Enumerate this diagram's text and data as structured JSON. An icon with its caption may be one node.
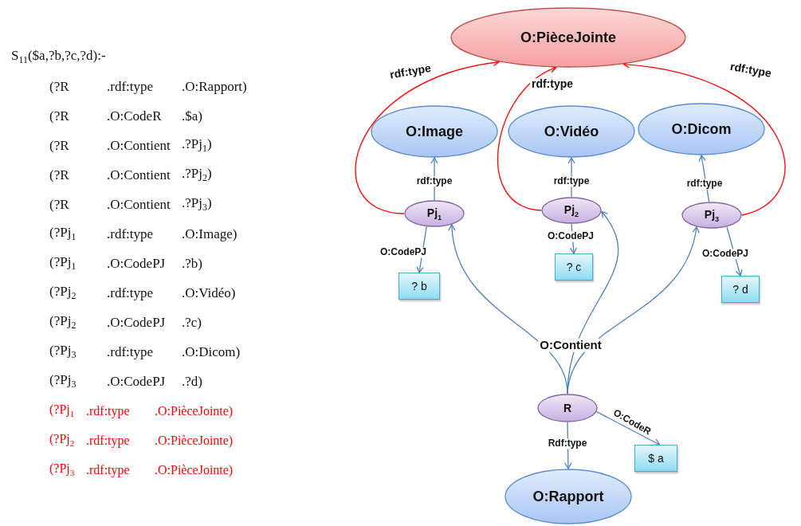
{
  "diagram": {
    "nodes": [
      {
        "text": [
          "O:PièceJointe"
        ]
      },
      {
        "text": [
          "O:Image"
        ]
      },
      {
        "text": [
          "O:Vidéo"
        ]
      },
      {
        "text": [
          "O:Dicom"
        ]
      },
      {
        "text": [
          "Pj$_{1}$"
        ]
      },
      {
        "text": [
          "Pj$_{2}$"
        ]
      },
      {
        "text": [
          "Pj$_{3}$"
        ]
      },
      {
        "text": [
          "? b"
        ]
      },
      {
        "text": [
          "? c"
        ]
      },
      {
        "text": [
          "? d"
        ]
      },
      {
        "text": [
          "R"
        ]
      },
      {
        "text": [
          "O:Rapport"
        ]
      },
      {
        "text": [
          "$ a"
        ]
      }
    ],
    "edges": [
      {
        "from": 4,
        "to": 1,
        "arrow": "to",
        "label": "rdf:type"
      },
      {
        "from": 5,
        "to": 2,
        "arrow": "to",
        "label": "rdf:type"
      },
      {
        "from": 6,
        "to": 3,
        "arrow": "to",
        "label": "rdf:type"
      },
      {
        "from": 4,
        "to": 7,
        "arrow": "to",
        "label": "O:CodePJ"
      },
      {
        "from": 5,
        "to": 8,
        "arrow": "to",
        "label": "O:CodePJ"
      },
      {
        "from": 6,
        "to": 9,
        "arrow": "to",
        "label": "O:CodePJ"
      },
      {
        "from": 10,
        "to": 4,
        "arrow": "to"
      },
      {
        "from": 10,
        "to": 5,
        "arrow": "to",
        "label": "O:Contient"
      },
      {
        "from": 10,
        "to": 6,
        "arrow": "to"
      },
      {
        "from": 10,
        "to": 11,
        "arrow": "to",
        "label": "Rdf:type"
      },
      {
        "from": 10,
        "to": 12,
        "arrow": "to",
        "label": "O:CodeR"
      },
      {
        "from": 4,
        "to": 0,
        "arrow": "to",
        "label": "rdf:type",
        "color": "#ff0000"
      },
      {
        "from": 5,
        "to": 0,
        "arrow": "to",
        "label": "rdf:type",
        "color": "#ff0000"
      },
      {
        "from": 6,
        "to": 0,
        "arrow": "to",
        "label": "rdf:type",
        "color": "#ff0000"
      }
    ],
    "labels": [
      "S$_{11}$($a,?b,?c,?d):-",
      "(?R",
      ".rdf:type",
      ".O:Rapport)",
      "(?R",
      ".O:CodeR",
      ".$a)",
      "(?R",
      ".O:Contient",
      ".?Pj$_{1}$)",
      "(?R",
      ".O:Contient",
      ".?Pj$_{2}$)",
      "(?R",
      ".O:Contient",
      ".?Pj$_{3}$)",
      "(?Pj$_{1}$",
      ".rdf:type",
      ".O:Image)",
      "(?Pj$_{1}$",
      ".O:CodePJ",
      ".?b)",
      "(?Pj$_{2}$",
      ".rdf:type",
      ".O:Vidéo)",
      "(?Pj$_{2}$",
      ".O:CodePJ",
      ".?c)",
      "(?Pj$_{3}$",
      ".rdf:type",
      ".O:Dicom)",
      "(?Pj$_{3}$",
      ".O:CodePJ",
      ".?d)",
      "(?Pj$_{1}$",
      ".rdf:type",
      ".O:PièceJointe)",
      "(?Pj$_{2}$",
      ".rdf:type",
      ".O:PièceJointe)",
      "(?Pj$_{3}$",
      ".rdf:type",
      ".O:PièceJointe)"
    ]
  }
}
